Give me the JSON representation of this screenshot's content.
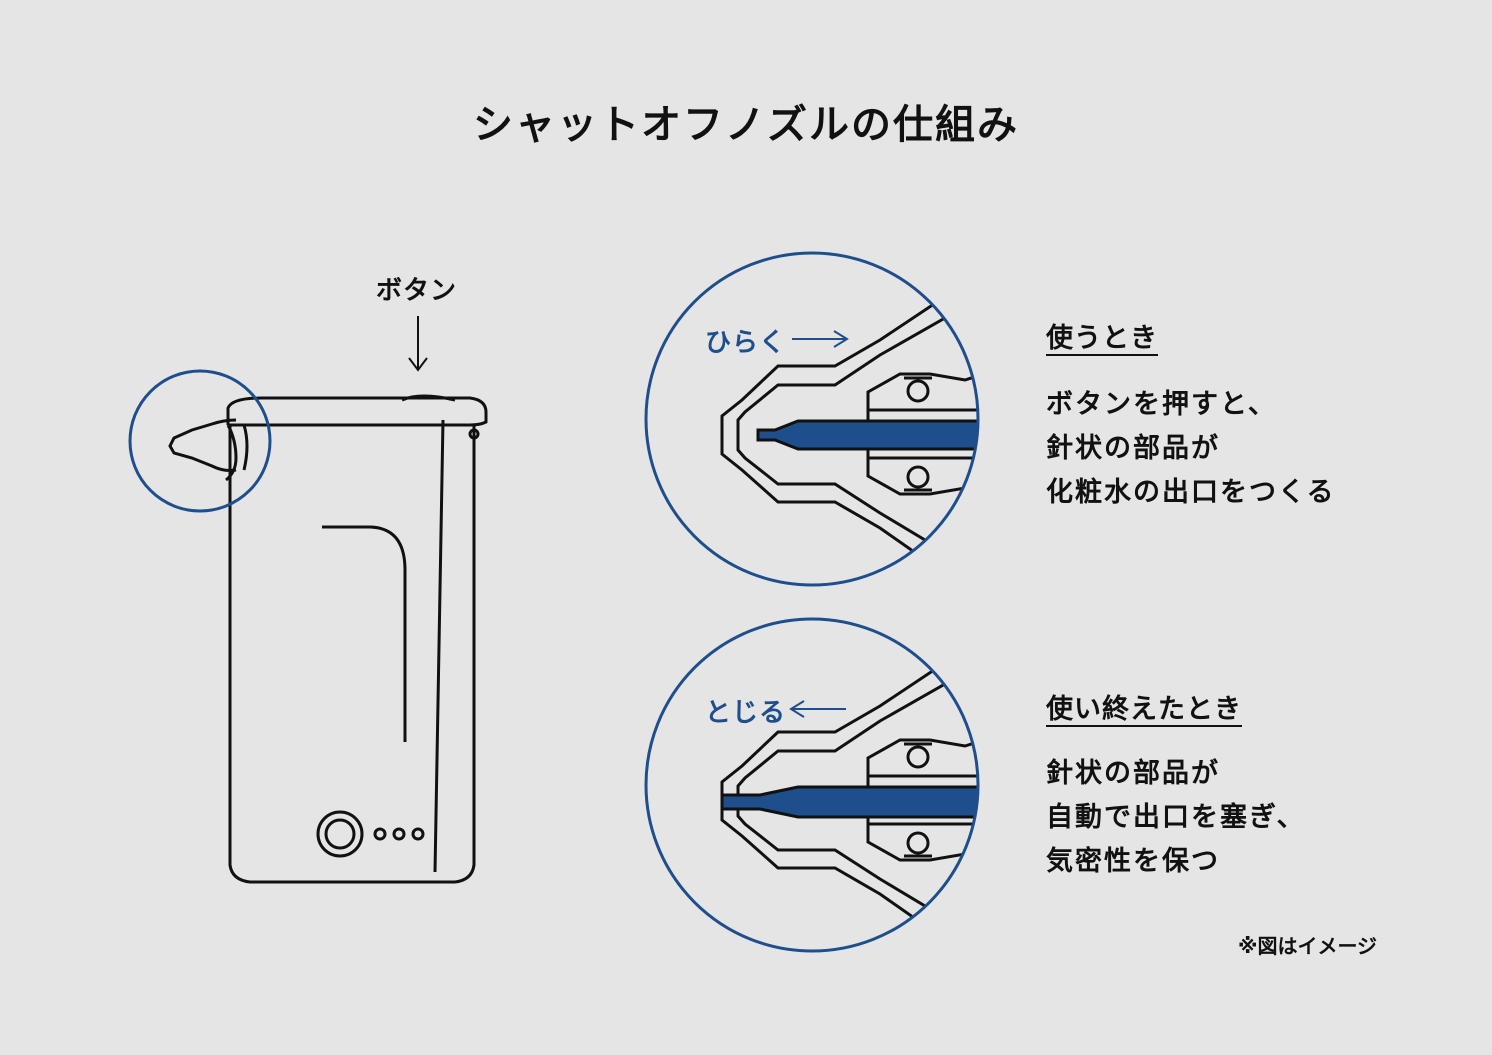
{
  "title": "シャットオフノズルの仕組み",
  "button_label": "ボタン",
  "open_section": {
    "label": "ひらく",
    "heading": "使うとき",
    "lines": [
      "ボタンを押すと、",
      "針状の部品が",
      "化粧水の出口をつくる"
    ]
  },
  "close_section": {
    "label": "とじる",
    "heading": "使い終えたとき",
    "lines": [
      "針状の部品が",
      "自動で出口を塞ぎ、",
      "気密性を保つ"
    ]
  },
  "note": "※図はイメージ",
  "colors": {
    "accent": "#1f4e8c",
    "background": "#e5e5e5",
    "line": "#111111"
  }
}
